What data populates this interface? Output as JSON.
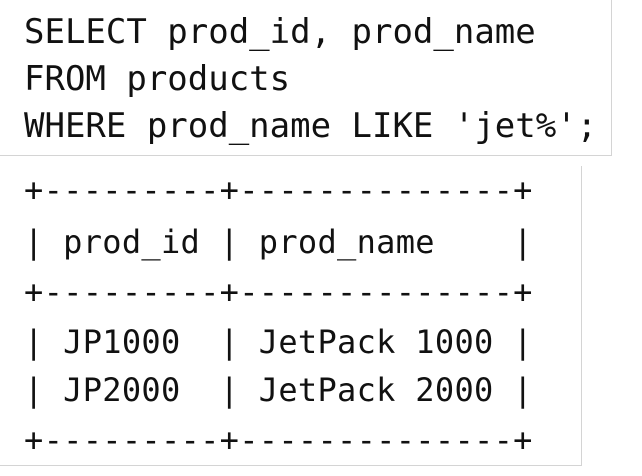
{
  "query": {
    "lines": [
      "SELECT prod_id, prod_name",
      "FROM products",
      "WHERE prod_name LIKE 'jet%';"
    ]
  },
  "result": {
    "lines": [
      "+---------+--------------+",
      "| prod_id | prod_name    |",
      "+---------+--------------+",
      "| JP1000  | JetPack 1000 |",
      "| JP2000  | JetPack 2000 |",
      "+---------+--------------+"
    ],
    "columns": [
      "prod_id",
      "prod_name"
    ],
    "rows": [
      [
        "JP1000",
        "JetPack 1000"
      ],
      [
        "JP2000",
        "JetPack 2000"
      ]
    ]
  }
}
